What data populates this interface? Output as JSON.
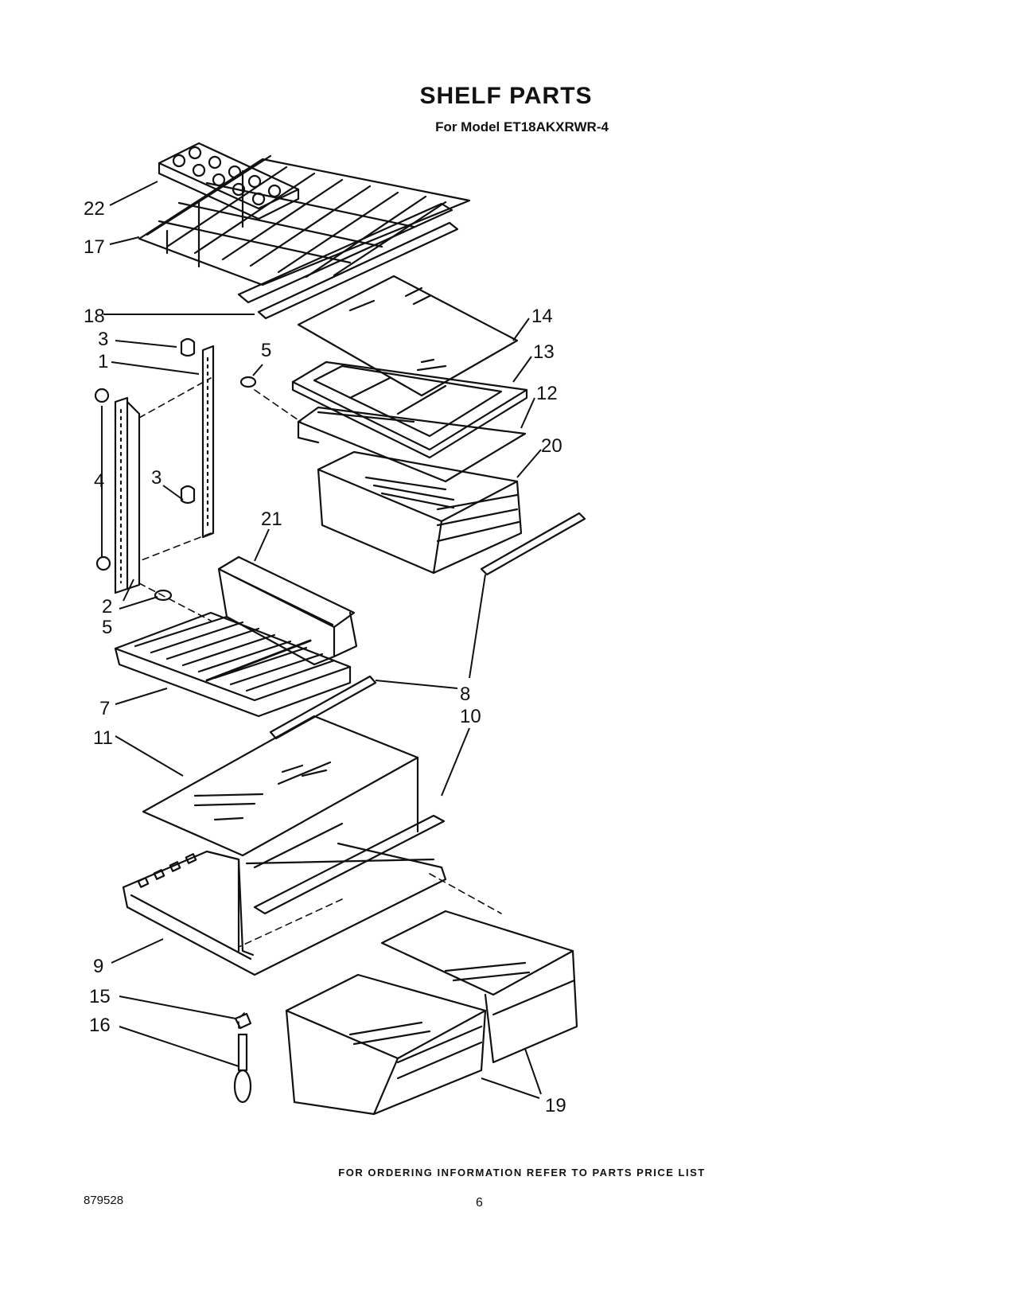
{
  "header": {
    "title": "SHELF PARTS",
    "subtitle": "For Model ET18AKXRWR-4"
  },
  "callouts": [
    {
      "id": "c22",
      "label": "22"
    },
    {
      "id": "c17",
      "label": "17"
    },
    {
      "id": "c18",
      "label": "18"
    },
    {
      "id": "c14",
      "label": "14"
    },
    {
      "id": "c3a",
      "label": "3"
    },
    {
      "id": "c5a",
      "label": "5"
    },
    {
      "id": "c13",
      "label": "13"
    },
    {
      "id": "c1",
      "label": "1"
    },
    {
      "id": "c12",
      "label": "12"
    },
    {
      "id": "c20",
      "label": "20"
    },
    {
      "id": "c4",
      "label": "4"
    },
    {
      "id": "c3b",
      "label": "3"
    },
    {
      "id": "c21",
      "label": "21"
    },
    {
      "id": "c2",
      "label": "2"
    },
    {
      "id": "c5b",
      "label": "5"
    },
    {
      "id": "c8",
      "label": "8"
    },
    {
      "id": "c7",
      "label": "7"
    },
    {
      "id": "c10",
      "label": "10"
    },
    {
      "id": "c11",
      "label": "11"
    },
    {
      "id": "c9",
      "label": "9"
    },
    {
      "id": "c15",
      "label": "15"
    },
    {
      "id": "c16",
      "label": "16"
    },
    {
      "id": "c19",
      "label": "19"
    }
  ],
  "footer": {
    "note": "FOR ORDERING INFORMATION REFER TO PARTS PRICE LIST",
    "doc_number": "879528",
    "page_number": "6"
  }
}
